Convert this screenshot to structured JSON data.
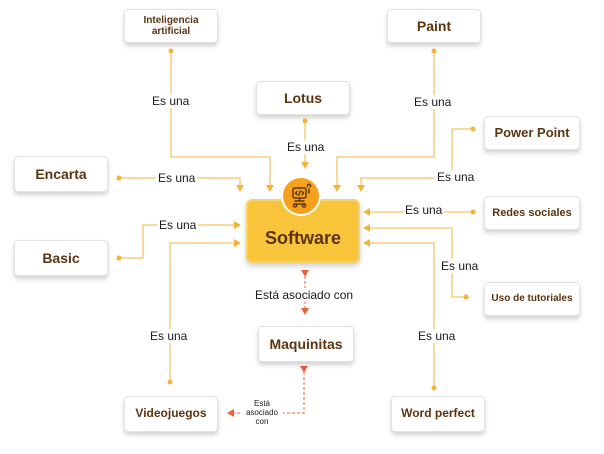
{
  "center": {
    "label": "Software",
    "icon": "software-robot-icon"
  },
  "nodes": {
    "ia": "Inteligencia artificial",
    "paint": "Paint",
    "lotus": "Lotus",
    "powerpoint": "Power Point",
    "encarta": "Encarta",
    "redes": "Redes sociales",
    "basic": "Basic",
    "tutoriales": "Uso de tutoriales",
    "maquinitas": "Maquinitas",
    "videojuegos": "Videojuegos",
    "wordperfect": "Word perfect"
  },
  "relations": {
    "es_una": "Es una",
    "asociado": "Está asociado con",
    "asociado_small": "Está asociado con"
  },
  "colors": {
    "accent": "#f8c43a",
    "line": "#f6b33c",
    "dashed": "#e8623a",
    "text": "#5b3410"
  }
}
